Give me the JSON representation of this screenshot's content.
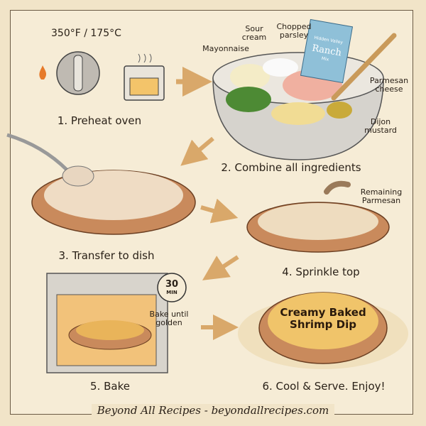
{
  "temperature": "350°F / 175°C",
  "steps": [
    {
      "label": "1. Preheat oven"
    },
    {
      "label": "2. Combine all ingredients"
    },
    {
      "label": "3. Transfer to dish"
    },
    {
      "label": "4. Sprinkle top"
    },
    {
      "label": "5. Bake"
    },
    {
      "label": "6. Cool & Serve. Enjoy!"
    }
  ],
  "ingredients": {
    "mayonnaise": "Mayonnaise",
    "sour_cream": "Sour\ncream",
    "parsley": "Chopped\nparsley",
    "parmesan": "Parmesan\ncheese",
    "dijon": "Dijon\nmustard",
    "ranch_packet": {
      "brand": "Hidden Valley",
      "name": "Ranch",
      "sub": "Mix"
    }
  },
  "sprinkle_label": "Remaining\nParmesan",
  "timer": {
    "value": "30",
    "unit": "MIN"
  },
  "bake_note": "Bake until\ngolden",
  "dish_name": "Creamy Baked\nShrimp Dip",
  "footer": "Beyond All Recipes - beyondallrecipes.com",
  "colors": {
    "parchment": "#f1e4c8",
    "arrow": "#d9a86a",
    "dish": "#c98a5c",
    "ink": "#2a2118"
  }
}
